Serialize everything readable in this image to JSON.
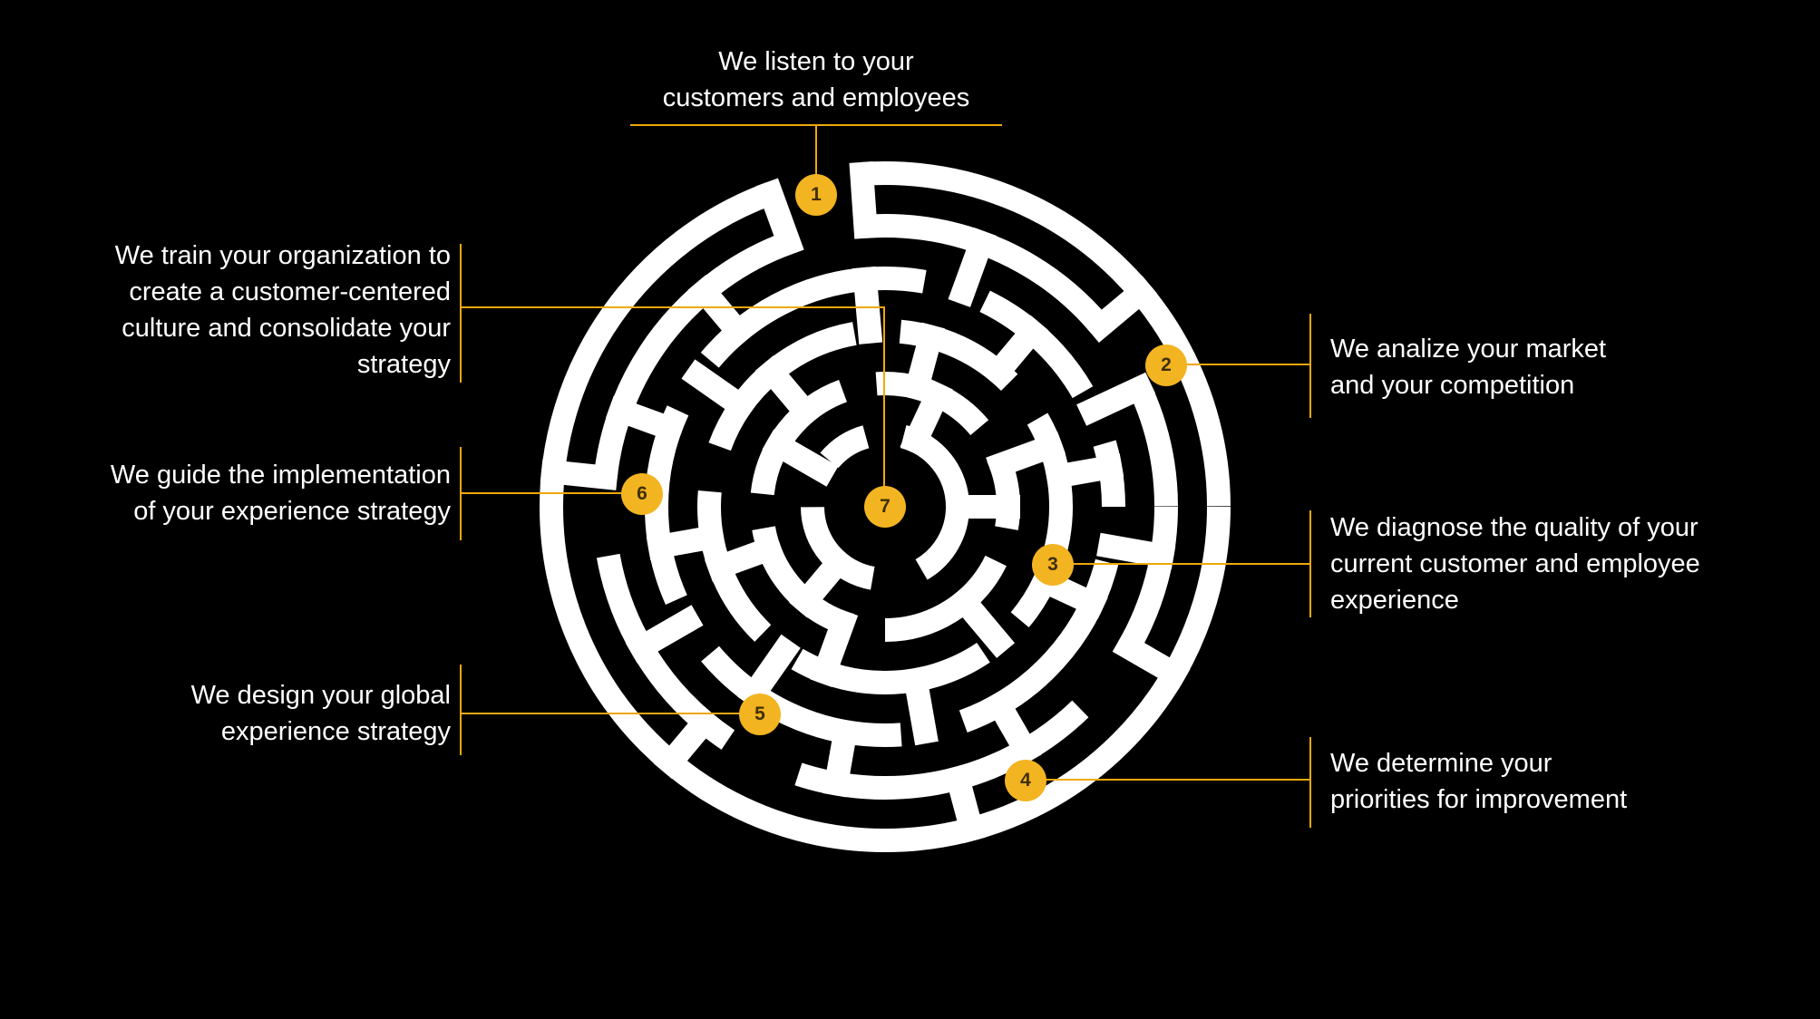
{
  "colors": {
    "background": "#000000",
    "line": "#EFA80B",
    "badge": "#F3B421",
    "badge_text": "#3F3000",
    "maze": "#FFFFFF",
    "text": "#FFFFFF"
  },
  "steps": [
    {
      "number": "1",
      "lines": [
        "We listen to your",
        "customers and employees"
      ]
    },
    {
      "number": "2",
      "lines": [
        "We analize your market",
        "and your competition"
      ]
    },
    {
      "number": "3",
      "lines": [
        "We diagnose the quality of your",
        "current customer and employee",
        "experience"
      ]
    },
    {
      "number": "4",
      "lines": [
        "We determine your",
        "priorities for improvement"
      ]
    },
    {
      "number": "5",
      "lines": [
        "We design your global",
        "experience strategy"
      ]
    },
    {
      "number": "6",
      "lines": [
        "We guide the implementation",
        "of your experience strategy"
      ]
    },
    {
      "number": "7",
      "lines": [
        "We train your organization to",
        "create a customer-centered",
        "culture and consolidate your",
        "strategy"
      ]
    }
  ]
}
